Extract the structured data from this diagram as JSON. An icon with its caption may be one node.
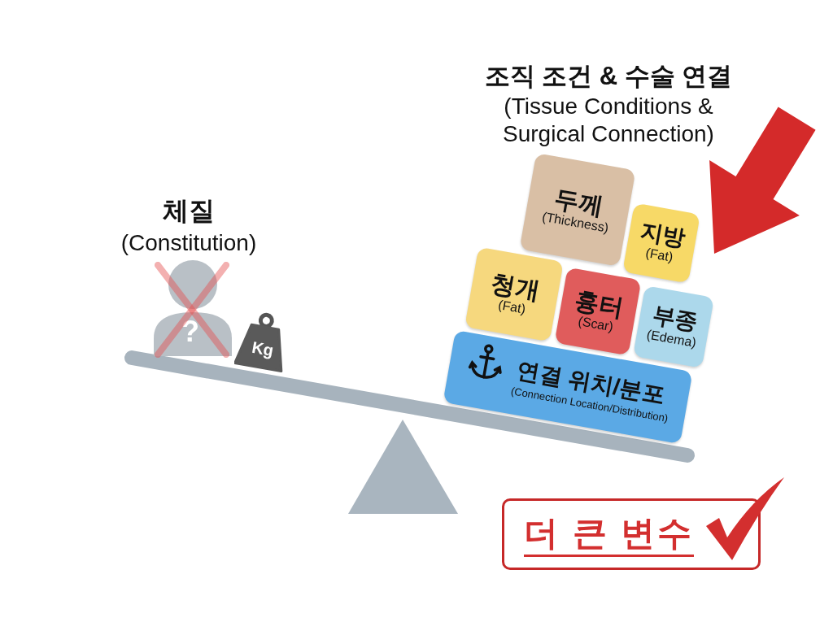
{
  "diagram": {
    "nodes": [
      {
        "text": [
          "두께",
          "(Thickness)"
        ]
      },
      {
        "text": [
          "지방",
          "(Fat)"
        ]
      },
      {
        "text": [
          "?"
        ],
        "beside": [
          "체질",
          "(Constitution)"
        ]
      },
      {
        "text": [
          "청개",
          "(Fat)"
        ]
      },
      {
        "text": [
          "흉터",
          "(Scar)"
        ]
      },
      {
        "text": [
          "부종",
          "(Edema)"
        ]
      },
      {
        "text": [
          "Kg"
        ]
      },
      {
        "text": [
          "연결 위치/분포",
          "(Connection Location/Distribution)"
        ]
      },
      {
        "text": [
          "더 큰 변수"
        ]
      }
    ],
    "labels": [
      "조직 조건 & 수술 연결",
      "(Tissue Conditions & Surgical Connection)"
    ]
  }
}
